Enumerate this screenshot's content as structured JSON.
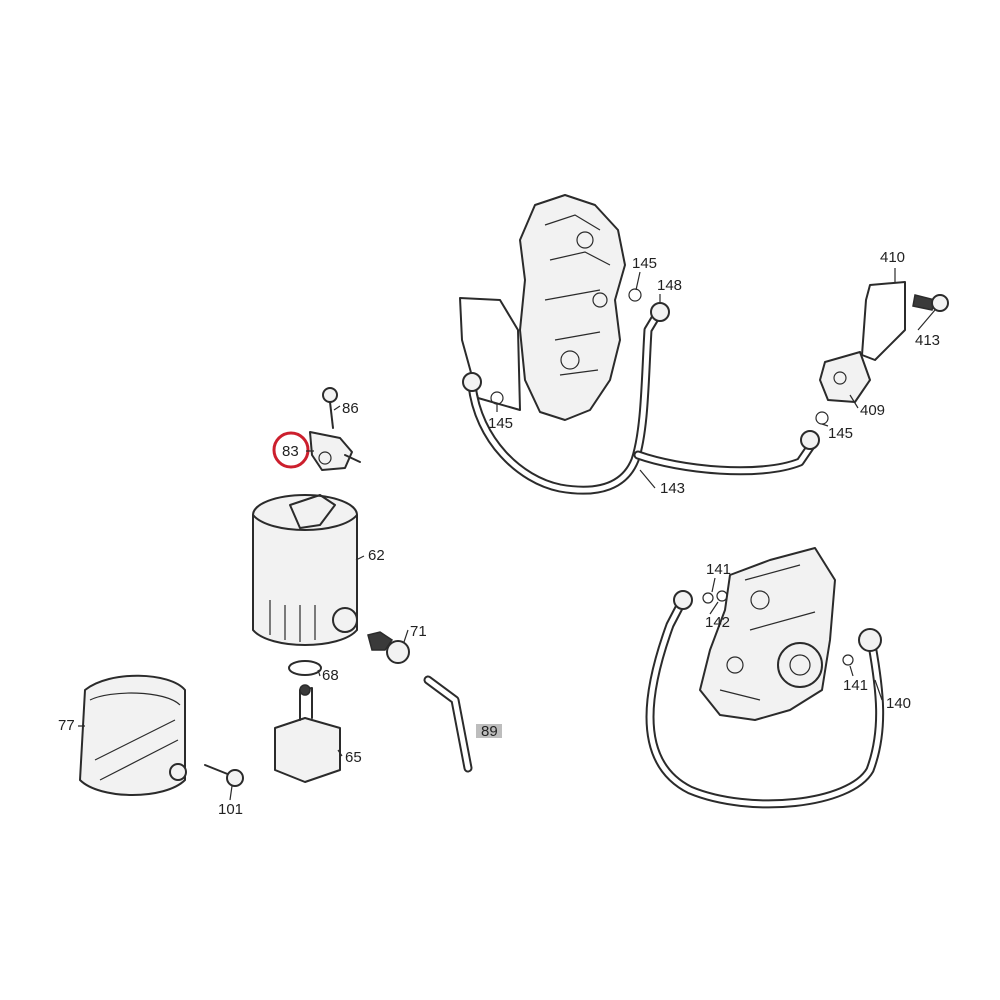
{
  "colors": {
    "background": "#ffffff",
    "line": "#2b2b2b",
    "highlight_ring": "#cc1f2d"
  },
  "highlighted_part": "83",
  "callouts": {
    "p145_top": "145",
    "p148": "148",
    "p410": "410",
    "p413": "413",
    "p145_left": "145",
    "p409": "409",
    "p145_right": "145",
    "p143": "143",
    "p86": "86",
    "p83": "83",
    "p62": "62",
    "p71": "71",
    "p68": "68",
    "p89": "89",
    "p77": "77",
    "p65": "65",
    "p101": "101",
    "p141_top": "141",
    "p142": "142",
    "p141_right": "141",
    "p140": "140"
  }
}
